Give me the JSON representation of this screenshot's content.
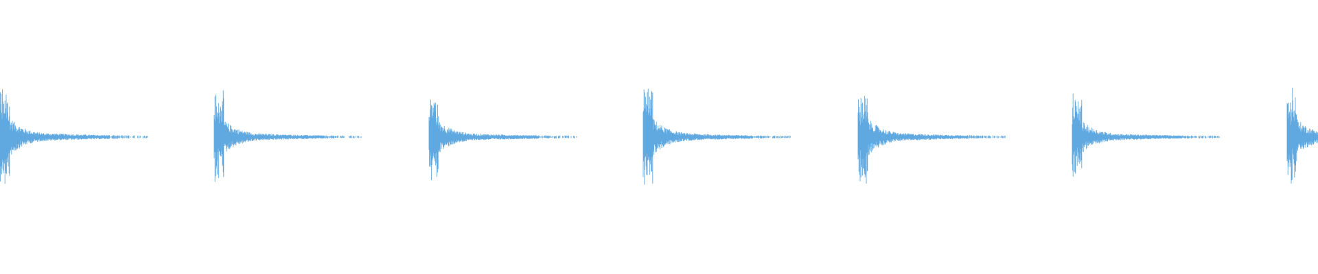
{
  "waveform": {
    "color": "#5fa8e0",
    "background": "#ffffff",
    "hits": [
      {
        "index": 1,
        "peak": 0.5,
        "decay": 0.12
      },
      {
        "index": 2,
        "peak": 0.43,
        "decay": 0.11
      },
      {
        "index": 3,
        "peak": 0.41,
        "decay": 0.12
      },
      {
        "index": 4,
        "peak": 0.48,
        "decay": 0.1
      },
      {
        "index": 5,
        "peak": 0.48,
        "decay": 0.11
      },
      {
        "index": 6,
        "peak": 0.4,
        "decay": 0.11
      },
      {
        "index": 7,
        "peak": 0.47,
        "decay": 0.13
      }
    ],
    "hit_count": 7
  }
}
